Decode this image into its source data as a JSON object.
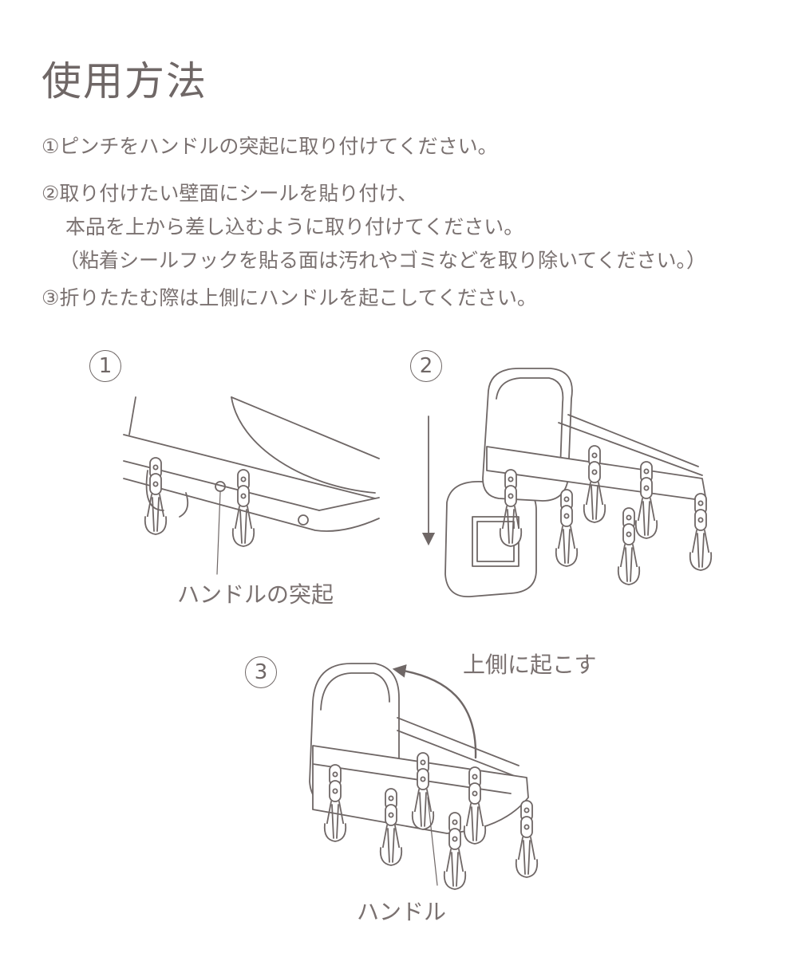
{
  "title": "使用方法",
  "steps": [
    {
      "lines": [
        "①ピンチをハンドルの突起に取り付けてください。"
      ]
    },
    {
      "lines": [
        "②取り付けたい壁面にシールを貼り付け、",
        "本品を上から差し込むように取り付けてください。",
        "（粘着シールフックを貼る面は汚れやゴミなどを取り除いてください。）"
      ]
    },
    {
      "lines": [
        "③折りたたむ際は上側にハンドルを起こしてください。"
      ]
    }
  ],
  "figures": [
    {
      "number": "1",
      "caption": "ハンドルの突起"
    },
    {
      "number": "2"
    },
    {
      "number": "3",
      "arrow_label": "上側に起こす",
      "caption": "ハンドル"
    }
  ],
  "colors": {
    "line": "#6f6766",
    "text": "#7a7170"
  }
}
